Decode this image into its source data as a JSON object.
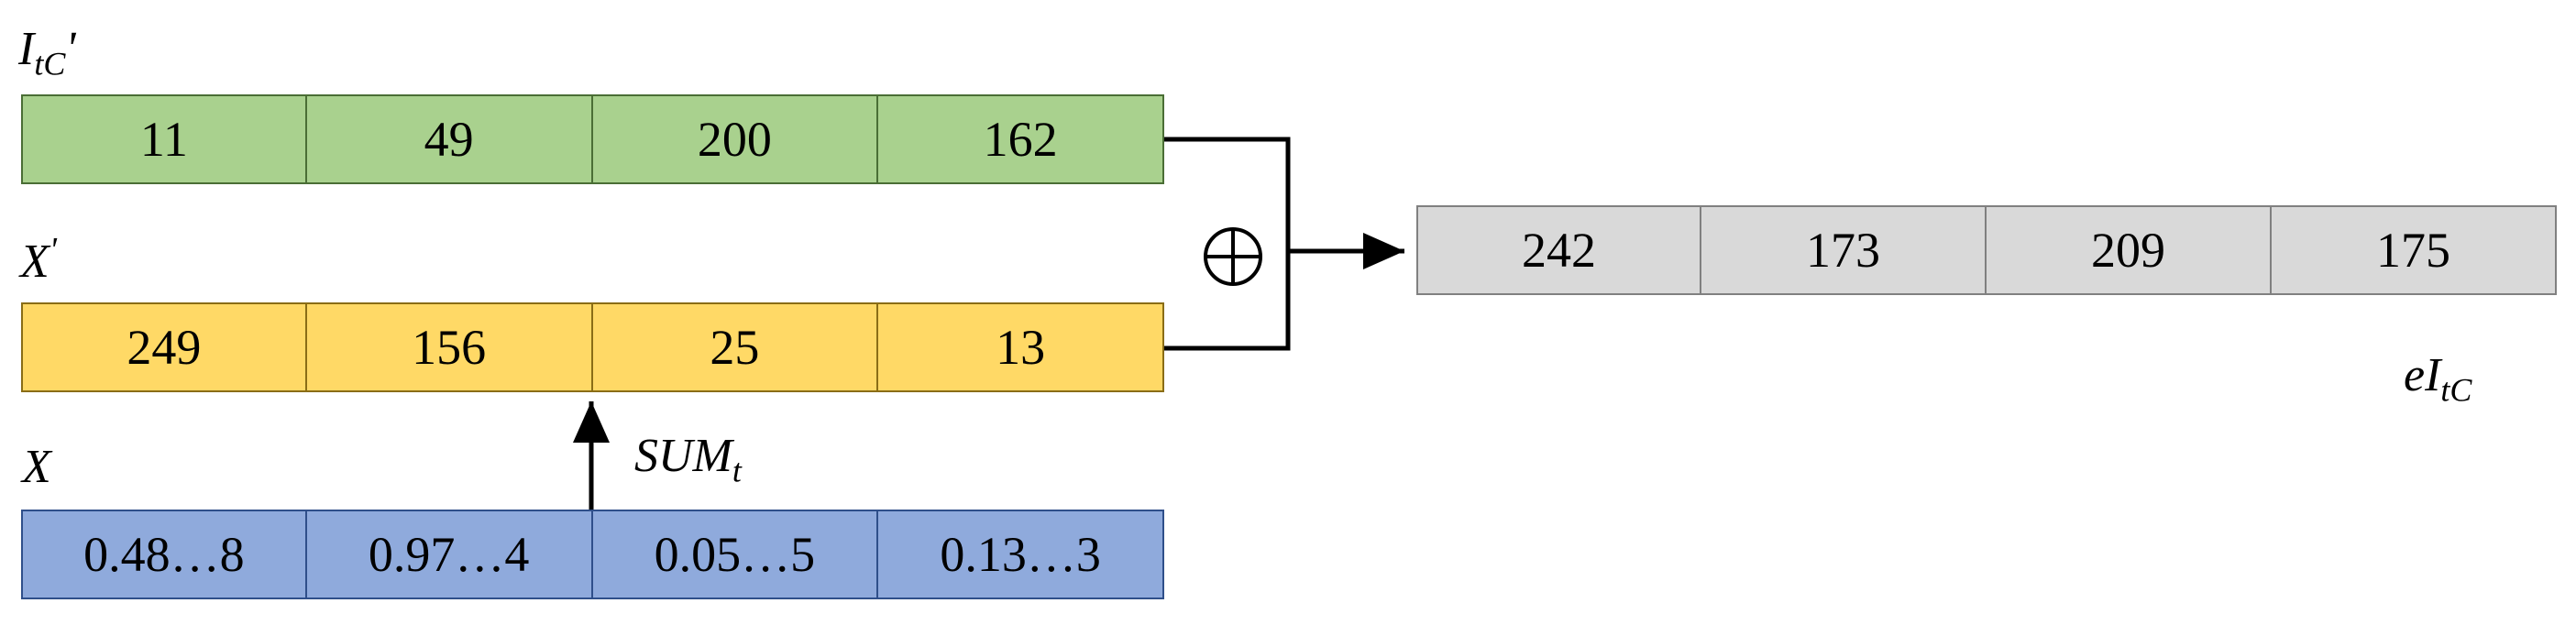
{
  "labels": {
    "itc_base": "I",
    "itc_sub": "tC",
    "itc_prime": "'",
    "xprime_base": "X",
    "xprime_prime": "'",
    "x_base": "X",
    "sum_base": "SUM",
    "sum_sub": "t",
    "out_base": "eI",
    "out_sub": "tC",
    "xor_symbol": "⊕"
  },
  "rows": {
    "itc": [
      "11",
      "49",
      "200",
      "162"
    ],
    "xprime": [
      "249",
      "156",
      "25",
      "13"
    ],
    "x": [
      "0.48…8",
      "0.97…4",
      "0.05…5",
      "0.13…3"
    ],
    "output": [
      "242",
      "173",
      "209",
      "175"
    ]
  },
  "colors": {
    "green": "#a9d18e",
    "yellow": "#ffd966",
    "blue": "#8faadc",
    "gray": "#d9d9d9"
  }
}
